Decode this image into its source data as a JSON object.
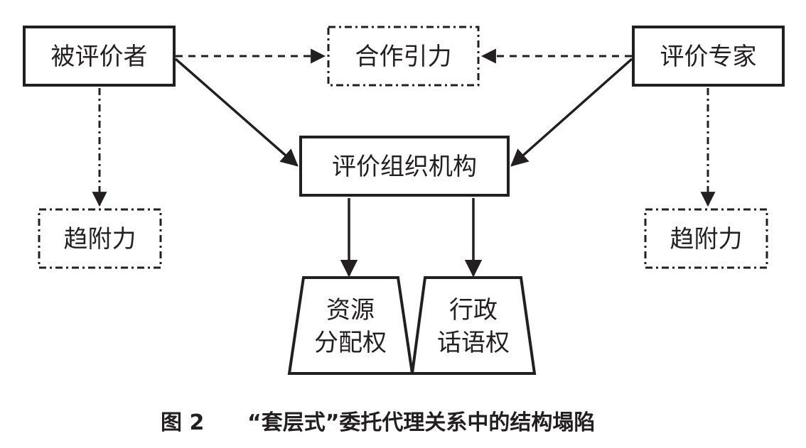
{
  "nodes": {
    "evaluatee": "被评价者",
    "cooperation": "合作引力",
    "experts": "评价专家",
    "organization": "评价组织机构",
    "attach_left": "趋附力",
    "attach_right": "趋附力",
    "resource_line1": "资源",
    "resource_line2": "分配权",
    "admin_line1": "行政",
    "admin_line2": "话语权"
  },
  "caption": {
    "figure_number": "图 2",
    "title": "“套层式”委托代理关系中的结构塌陷"
  },
  "colors": {
    "ink": "#231f20",
    "background": "#ffffff"
  }
}
